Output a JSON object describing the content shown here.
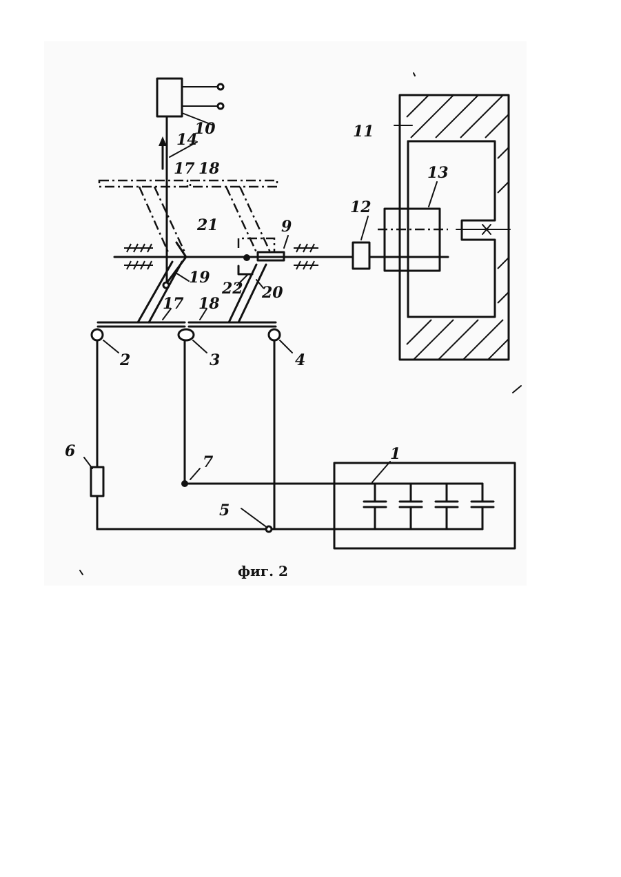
{
  "labels": {
    "l1": "1",
    "l2": "2",
    "l3": "3",
    "l4": "4",
    "l5": "5",
    "l6": "6",
    "l7": "7",
    "l9": "9",
    "l10": "10",
    "l11": "11",
    "l12": "12",
    "l13": "13",
    "l14": "14",
    "l17a": "17",
    "l18a": "18",
    "l17b": "17",
    "l18b": "18",
    "l19": "19",
    "l20": "20",
    "l21": "21",
    "l22": "22"
  },
  "caption": "фиг. 2",
  "colors": {
    "ink": "#111111",
    "paper": "#ffffff",
    "scan_bg": "#fafafa"
  }
}
